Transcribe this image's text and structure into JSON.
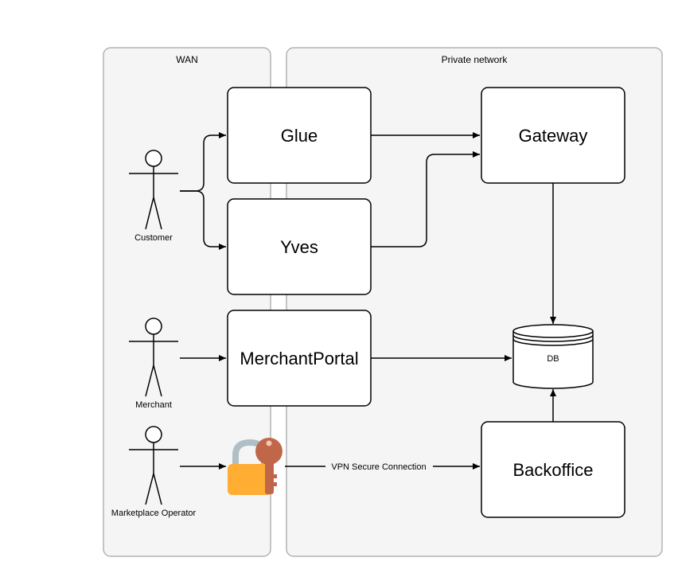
{
  "zones": {
    "wan": "WAN",
    "private": "Private network"
  },
  "services": {
    "glue": "Glue",
    "yves": "Yves",
    "merchant_portal": "MerchantPortal",
    "gateway": "Gateway",
    "backoffice": "Backoffice",
    "db": "DB"
  },
  "actors": {
    "customer": "Customer",
    "merchant": "Merchant",
    "operator": "Marketplace Operator"
  },
  "edges": {
    "vpn_label": "VPN Secure Connection"
  },
  "colors": {
    "lock_body": "#FFAD33",
    "lock_shackle": "#B0BEC5",
    "key": "#C0674A",
    "zone_fill": "#F5F5F5",
    "zone_stroke": "#B3B3B3"
  }
}
